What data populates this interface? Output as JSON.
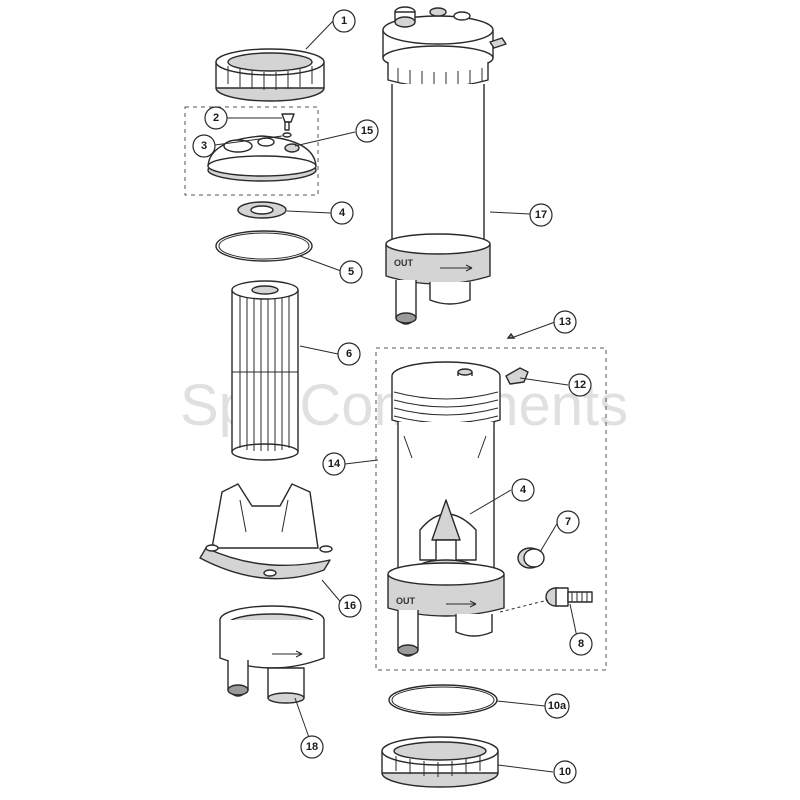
{
  "watermark": {
    "text": "Spa Components"
  },
  "callouts": [
    {
      "id": "c1",
      "label": "1"
    },
    {
      "id": "c2",
      "label": "2"
    },
    {
      "id": "c3",
      "label": "3"
    },
    {
      "id": "c15",
      "label": "15"
    },
    {
      "id": "c4a",
      "label": "4"
    },
    {
      "id": "c5",
      "label": "5"
    },
    {
      "id": "c6",
      "label": "6"
    },
    {
      "id": "c16",
      "label": "16"
    },
    {
      "id": "c18",
      "label": "18"
    },
    {
      "id": "c17",
      "label": "17"
    },
    {
      "id": "c13",
      "label": "13"
    },
    {
      "id": "c12",
      "label": "12"
    },
    {
      "id": "c14",
      "label": "14"
    },
    {
      "id": "c4b",
      "label": "4"
    },
    {
      "id": "c7",
      "label": "7"
    },
    {
      "id": "c8",
      "label": "8"
    },
    {
      "id": "c10a",
      "label": "10a"
    },
    {
      "id": "c10",
      "label": "10"
    }
  ],
  "body_marking": {
    "housing_out": "OUT",
    "lower_out": "OUT"
  },
  "colors": {
    "line": "#2a2a2a",
    "fill_light": "#ffffff",
    "fill_shade": "#d4d4d4",
    "watermark": "#d9d9d9"
  }
}
